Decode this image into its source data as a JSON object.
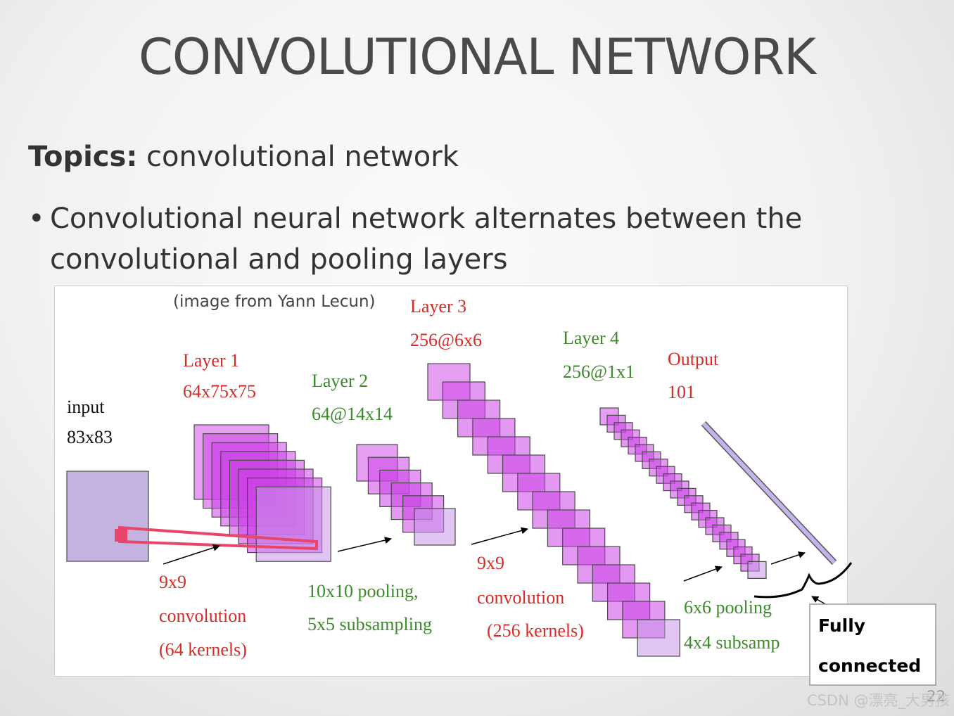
{
  "slide": {
    "title": "CONVOLUTIONAL NETWORK",
    "topics_label": "Topics:",
    "topics_text": "convolutional network",
    "bullet": "Convolutional neural network alternates between the convolutional and pooling layers",
    "page_number": "22",
    "watermark": "CSDN @漂亮_大男孩"
  },
  "figure": {
    "credit": "(image from Yann Lecun)",
    "input": {
      "name": "input",
      "dims": "83x83"
    },
    "layer1": {
      "name": "Layer 1",
      "dims": "64x75x75"
    },
    "layer2": {
      "name": "Layer 2",
      "dims": "64@14x14"
    },
    "layer3": {
      "name": "Layer 3",
      "dims": "256@6x6"
    },
    "layer4": {
      "name": "Layer 4",
      "dims": "256@1x1"
    },
    "output": {
      "name": "Output",
      "dims": "101"
    },
    "op1": [
      "9x9",
      "convolution",
      "(64 kernels)"
    ],
    "op2": [
      "10x10 pooling,",
      "5x5 subsampling"
    ],
    "op3": [
      "9x9",
      "convolution",
      "(256 kernels)"
    ],
    "op4": [
      "6x6 pooling",
      "4x4 subsamp"
    ],
    "fully_connected": [
      "Fully",
      "connected"
    ],
    "colors": {
      "red_text": "#d62b26",
      "green_text": "#3d8a2c",
      "plane_fill": "#cc44e6",
      "plane_light": "#e394f2",
      "input_fill": "#c4b2e0",
      "kernel_outline": "#e8456a"
    }
  }
}
